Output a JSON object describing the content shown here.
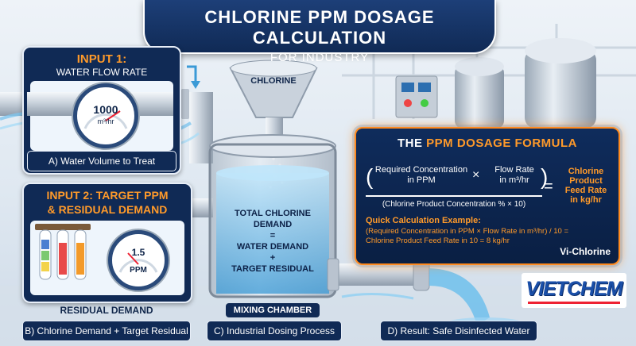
{
  "header": {
    "title_main": "CHLORINE PPM DOSAGE",
    "title_accent": "CALCULATION",
    "subtitle": "FOR INDUSTRY"
  },
  "input1": {
    "label": "INPUT 1:",
    "title": "WATER FLOW RATE",
    "gauge_value": "1000",
    "gauge_unit": "m³/hr",
    "caption": "A) Water Volume to Treat"
  },
  "input2": {
    "label": "INPUT 2: TARGET PPM",
    "title": "& RESIDUAL DEMAND",
    "gauge_value": "1.5",
    "gauge_unit": "PPM",
    "section_label": "RESIDUAL DEMAND",
    "caption": "B) Chlorine Demand + Target Residual"
  },
  "hopper": {
    "label": "CHLORINE"
  },
  "tank": {
    "line1": "TOTAL CHLORINE",
    "line2": "DEMAND",
    "eq": "=",
    "line3": "WATER DEMAND",
    "plus": "+",
    "line4": "TARGET RESIDUAL",
    "label": "MIXING CHAMBER",
    "caption": "C) Industrial Dosing Process"
  },
  "formula": {
    "title_white": "THE",
    "title_orange": "PPM DOSAGE FORMULA",
    "num1_a": "Required Concentration",
    "num1_b": "in PPM",
    "times": "×",
    "num2_a": "Flow Rate",
    "num2_b": "in m³/hr",
    "denominator": "(Chlorine Product Concentration % × 10)",
    "equals": "=",
    "result_a": "Chlorine",
    "result_b": "Product",
    "result_c": "Feed Rate",
    "result_d": "in kg/hr",
    "quick_title": "Quick Calculation Example:",
    "quick_line1": "(Required Concentration in PPM × Flow Rate in m³/hr) / 10 =",
    "quick_line2": "Chlorine Product Feed Rate in 10 = 8 kg/hr",
    "brand": "Vi-Chlorine"
  },
  "outlet": {
    "caption": "D) Result: Safe Disinfected Water"
  },
  "logo": {
    "text": "VIETCHEM"
  },
  "colors": {
    "navy": "#102a55",
    "orange": "#ff8a1f",
    "water": "#5fb4e8"
  }
}
